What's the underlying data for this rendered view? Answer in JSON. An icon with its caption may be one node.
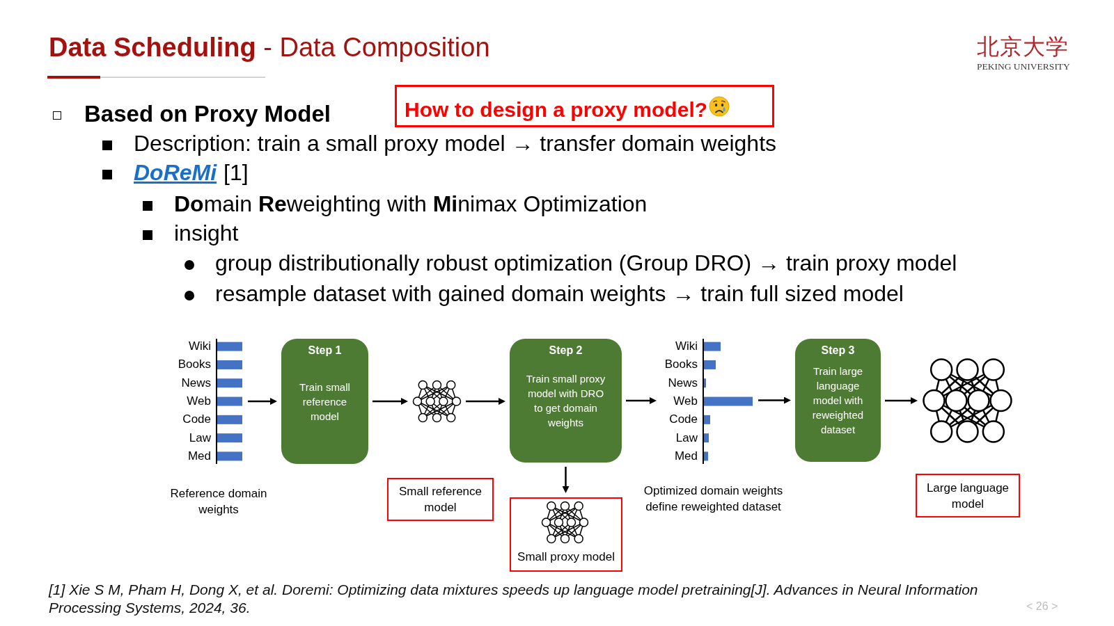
{
  "diagram": {
    "title": "**Data Scheduling** - Data Composition",
    "nodes": [
      {
        "text": [
          "How to design a proxy model?"
        ]
      },
      {
        "text": [
          "Wiki",
          "Books",
          "News",
          "Web",
          "Code",
          "Law",
          "Med"
        ],
        "beside": [
          "Reference domain weights"
        ]
      },
      {
        "text": [
          "Step 1",
          "Train small reference model"
        ]
      },
      {
        "text": [],
        "shape": "picture"
      },
      {
        "text": [
          "Step 2",
          "Train small proxy model with DRO to get domain weights"
        ]
      },
      {
        "text": [
          "Wiki",
          "Books",
          "News",
          "Web",
          "Code",
          "Law",
          "Med"
        ],
        "beside": [
          "Optimized domain weights define reweighted dataset"
        ]
      },
      {
        "text": [
          "Step 3",
          "Train large language model with reweighted dataset"
        ]
      },
      {
        "text": [],
        "shape": "picture"
      },
      {
        "text": [
          "Small reference model"
        ]
      },
      {
        "text": [
          "Small proxy model"
        ]
      },
      {
        "text": [],
        "shape": "picture",
        "in": 9
      },
      {
        "text": [
          "Large language model"
        ]
      }
    ],
    "edges": [
      {
        "from": 1,
        "to": 2,
        "arrow": "to"
      },
      {
        "from": 2,
        "to": 3,
        "arrow": "to"
      },
      {
        "from": 3,
        "to": 4,
        "arrow": "to"
      },
      {
        "from": 4,
        "to": 5,
        "arrow": "to"
      },
      {
        "from": 5,
        "to": 6,
        "arrow": "to"
      },
      {
        "from": 6,
        "to": 7,
        "arrow": "to"
      },
      {
        "from": 4,
        "to": 9,
        "arrow": "to"
      }
    ],
    "labels": [
      "北京大学",
      "PEKING UNIVERSITY",
      "Based on Proxy Model",
      "Description: train a small proxy model → transfer domain weights",
      "DoReMi",
      "[1]",
      "**Do**main **Re**weighting with **Mi**nimax Optimization",
      "insight",
      "group distributionally robust optimization (Group DRO) → train proxy model",
      "resample dataset with gained domain weights → train full sized model",
      "[1] Xie S M, Pham H, Dong X, et al. Doremi: Optimizing data mixtures speeds up language model pretraining[J]. Advances in Neural Information Processing Systems, 2024, 36.",
      "< 26 >"
    ]
  }
}
